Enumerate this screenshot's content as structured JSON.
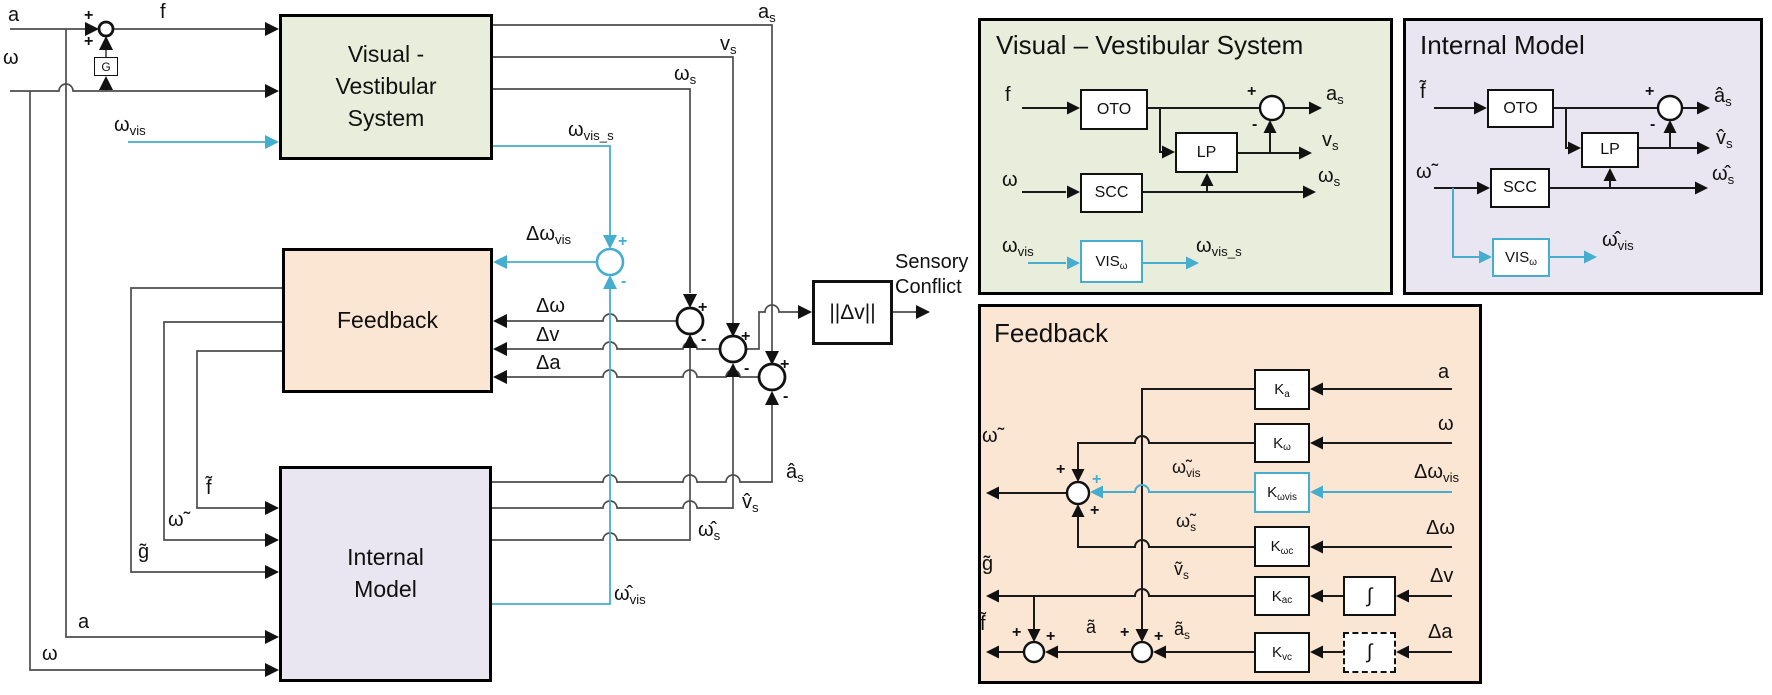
{
  "colors": {
    "cyan": "#45aecf",
    "green": "#e9eddb",
    "peach": "#fbe6d4",
    "lavender": "#e9e5f1"
  },
  "signs": {
    "plus": "+",
    "minus": "-"
  },
  "left": {
    "vvs_block": "Visual -\nVestibular\nSystem",
    "feedback_block": "Feedback",
    "im_block": "Internal\nModel",
    "norm_block": "||Δv||",
    "g_block": "G",
    "sensory": "Sensory\nConflict",
    "a_in": "a",
    "omega_in": "ω",
    "f": "f",
    "omega_vis": [
      [
        "ω"
      ],
      [
        "vis",
        "sub"
      ]
    ],
    "a_s": [
      [
        "a"
      ],
      [
        "s",
        "sub"
      ]
    ],
    "v_s": [
      [
        "v"
      ],
      [
        "s",
        "sub"
      ]
    ],
    "omega_s": [
      [
        "ω"
      ],
      [
        "s",
        "sub"
      ]
    ],
    "omega_vis_s": [
      [
        "ω"
      ],
      [
        "vis_s",
        "sub"
      ]
    ],
    "d_omega_vis": [
      [
        "Δω"
      ],
      [
        "vis",
        "sub"
      ]
    ],
    "d_omega": "Δω",
    "d_v": "Δv",
    "d_a": "Δa",
    "f_t": "f̃",
    "omega_t": "ω̃",
    "g_t": "g̃",
    "a_in2": "a",
    "omega_in2": "ω",
    "a_s_hat": [
      [
        "â"
      ],
      [
        "s",
        "sub"
      ]
    ],
    "v_s_hat": [
      [
        "v̂"
      ],
      [
        "s",
        "sub"
      ]
    ],
    "omega_s_hat": [
      [
        "ω̂"
      ],
      [
        "s",
        "sub"
      ]
    ],
    "omega_vis_hat": [
      [
        "ω̂"
      ],
      [
        "vis",
        "sub"
      ]
    ]
  },
  "panel_vvs": {
    "title": "Visual – Vestibular System",
    "oto": "OTO",
    "lp": "LP",
    "scc": "SCC",
    "vis": [
      [
        "VIS"
      ],
      [
        "ω",
        "sub"
      ]
    ],
    "f": "f",
    "omega": "ω",
    "omega_vis": [
      [
        "ω"
      ],
      [
        "vis",
        "sub"
      ]
    ],
    "a_s": [
      [
        "a"
      ],
      [
        "s",
        "sub"
      ]
    ],
    "v_s": [
      [
        "v"
      ],
      [
        "s",
        "sub"
      ]
    ],
    "omega_s": [
      [
        "ω"
      ],
      [
        "s",
        "sub"
      ]
    ],
    "omega_vis_s": [
      [
        "ω"
      ],
      [
        "vis_s",
        "sub"
      ]
    ]
  },
  "panel_im": {
    "title": "Internal Model",
    "oto": "OTO",
    "lp": "LP",
    "scc": "SCC",
    "vis": [
      [
        "VIS"
      ],
      [
        "ω",
        "sub"
      ]
    ],
    "f_t": "f̃",
    "omega_t": "ω̃",
    "a_s_hat": [
      [
        "â"
      ],
      [
        "s",
        "sub"
      ]
    ],
    "v_s_hat": [
      [
        "v̂"
      ],
      [
        "s",
        "sub"
      ]
    ],
    "omega_s_hat": [
      [
        "ω̂"
      ],
      [
        "s",
        "sub"
      ]
    ],
    "omega_vis_hat": [
      [
        "ω̂"
      ],
      [
        "vis",
        "sub"
      ]
    ]
  },
  "panel_fb": {
    "title": "Feedback",
    "k_a": [
      [
        "K"
      ],
      [
        "a",
        "sub"
      ]
    ],
    "k_omega": [
      [
        "K"
      ],
      [
        "ω",
        "sub"
      ]
    ],
    "k_omegavis": [
      [
        "K"
      ],
      [
        "ωvis",
        "sub"
      ]
    ],
    "k_omegac": [
      [
        "K"
      ],
      [
        "ωc",
        "sub"
      ]
    ],
    "k_ac": [
      [
        "K"
      ],
      [
        "ac",
        "sub"
      ]
    ],
    "k_vc": [
      [
        "K"
      ],
      [
        "vc",
        "sub"
      ]
    ],
    "integral": "∫",
    "in_a": "a",
    "in_omega": "ω",
    "in_d_omega_vis": [
      [
        "Δω"
      ],
      [
        "vis",
        "sub"
      ]
    ],
    "in_d_omega": "Δω",
    "in_d_v": "Δv",
    "in_d_a": "Δa",
    "omega_t_vis": [
      [
        "ω̃"
      ],
      [
        "vis",
        "sub"
      ]
    ],
    "omega_t_s": [
      [
        "ω̃"
      ],
      [
        "s",
        "sub"
      ]
    ],
    "v_t_s": [
      [
        "ṽ"
      ],
      [
        "s",
        "sub"
      ]
    ],
    "a_t_s": [
      [
        "ã"
      ],
      [
        "s",
        "sub"
      ]
    ],
    "a_t": "ã",
    "omega_t": "ω̃",
    "g_t": "g̃",
    "f_t": "f̃"
  }
}
